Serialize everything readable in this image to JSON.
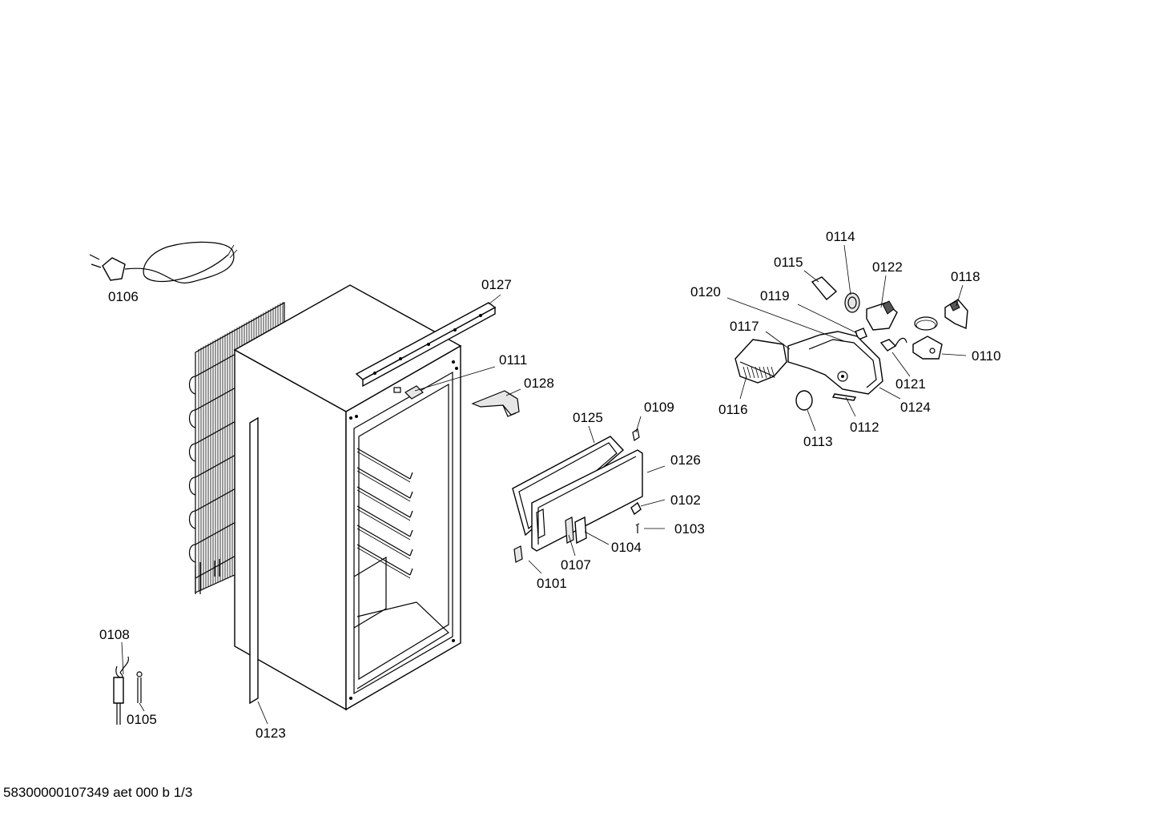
{
  "labels": {
    "p0106": "0106",
    "p0127": "0127",
    "p0111": "0111",
    "p0128": "0128",
    "p0125": "0125",
    "p0109": "0109",
    "p0126": "0126",
    "p0102": "0102",
    "p0103": "0103",
    "p0104": "0104",
    "p0107": "0107",
    "p0101": "0101",
    "p0108": "0108",
    "p0105": "0105",
    "p0123": "0123",
    "p0114": "0114",
    "p0115": "0115",
    "p0122": "0122",
    "p0118": "0118",
    "p0120": "0120",
    "p0119": "0119",
    "p0117": "0117",
    "p0110": "0110",
    "p0121": "0121",
    "p0116": "0116",
    "p0124": "0124",
    "p0112": "0112",
    "p0113": "0113"
  },
  "footer": {
    "document_code": "58300000107349 aet 000 b 1/3"
  }
}
